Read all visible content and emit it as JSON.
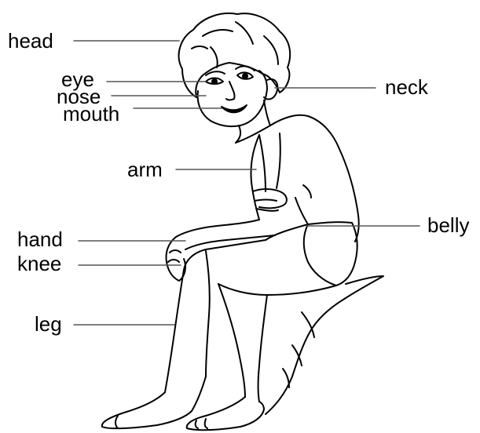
{
  "labels": {
    "head": "head",
    "eye": "eye",
    "nose": "nose",
    "mouth": "mouth",
    "neck": "neck",
    "arm": "arm",
    "belly": "belly",
    "hand": "hand",
    "knee": "knee",
    "leg": "leg"
  },
  "colors": {
    "ink": "#000000",
    "leader": "#555555",
    "background": "#ffffff"
  }
}
